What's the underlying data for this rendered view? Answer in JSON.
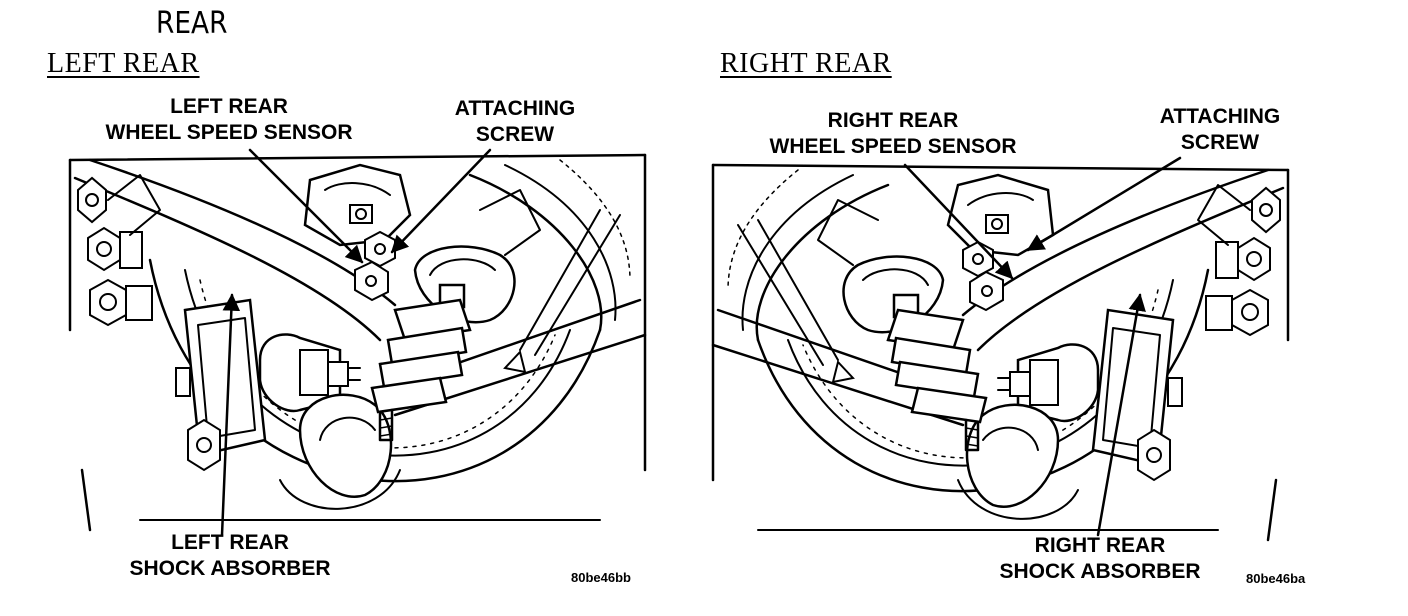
{
  "page": {
    "title": "REAR",
    "figures": [
      {
        "id": "left",
        "heading": "LEFT REAR",
        "callouts": {
          "sensor": [
            "LEFT REAR",
            "WHEEL SPEED SENSOR"
          ],
          "screw": [
            "ATTACHING",
            "SCREW"
          ],
          "shock": [
            "LEFT REAR",
            "SHOCK ABSORBER"
          ]
        },
        "figure_code": "80be46bb"
      },
      {
        "id": "right",
        "heading": "RIGHT REAR",
        "callouts": {
          "sensor": [
            "RIGHT REAR",
            "WHEEL SPEED SENSOR"
          ],
          "screw": [
            "ATTACHING",
            "SCREW"
          ],
          "shock": [
            "RIGHT REAR",
            "SHOCK ABSORBER"
          ]
        },
        "figure_code": "80be46ba"
      }
    ]
  }
}
